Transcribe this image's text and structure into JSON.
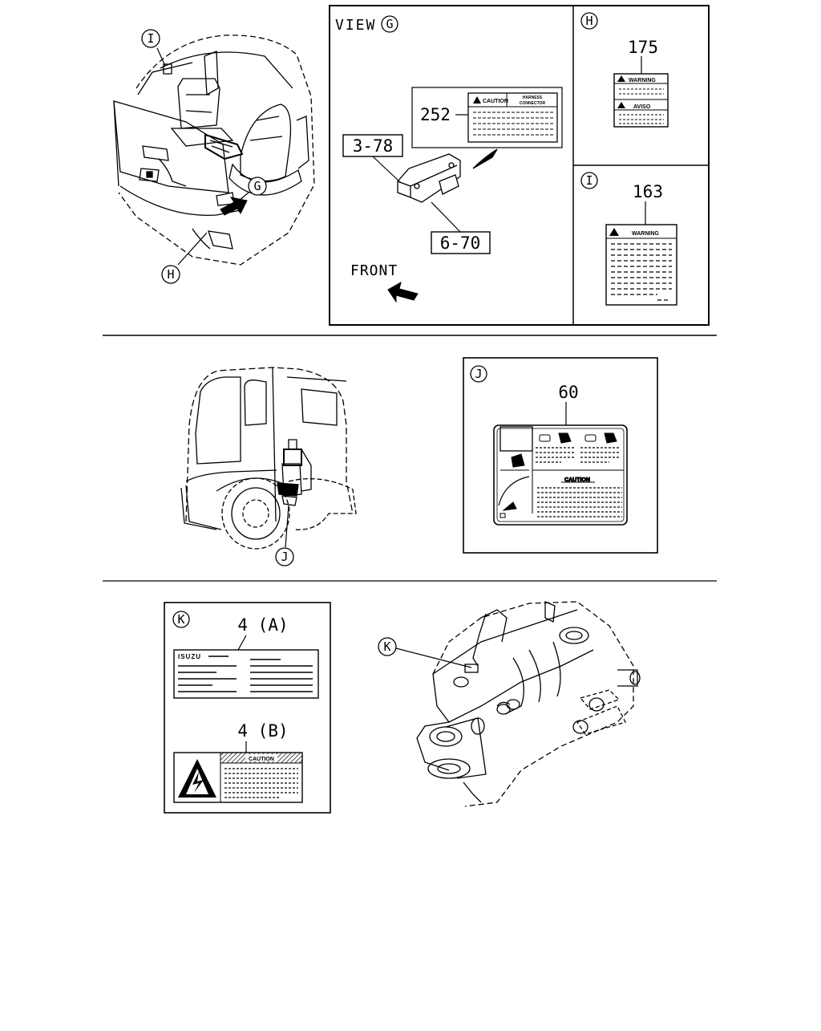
{
  "top": {
    "callouts": {
      "i": "I",
      "g": "G",
      "h": "H"
    },
    "view_g": {
      "title": "VIEW",
      "circle": "G",
      "parts": {
        "label_252": "252",
        "bracket": "3-78",
        "screw": "6-70"
      },
      "caution_text": "CAUTION",
      "connector_text_1": "HARNESS",
      "connector_text_2": "CONNECTOR",
      "front_label": "FRONT"
    },
    "panel_h": {
      "circle": "H",
      "part": "175",
      "warning_text": "WARNING",
      "aviso_text": "AVISO"
    },
    "panel_i": {
      "circle": "I",
      "part": "163",
      "warning_text": "WARNING"
    }
  },
  "middle": {
    "callout_j": "J",
    "panel_j": {
      "circle": "J",
      "part": "60",
      "caution_text": "CAUTION"
    }
  },
  "bottom": {
    "panel_k": {
      "circle": "K",
      "part_a": "4 (A)",
      "part_b": "4 (B)",
      "brand": "ISUZU",
      "caution_text": "CAUTION"
    },
    "callout_k": "K"
  }
}
